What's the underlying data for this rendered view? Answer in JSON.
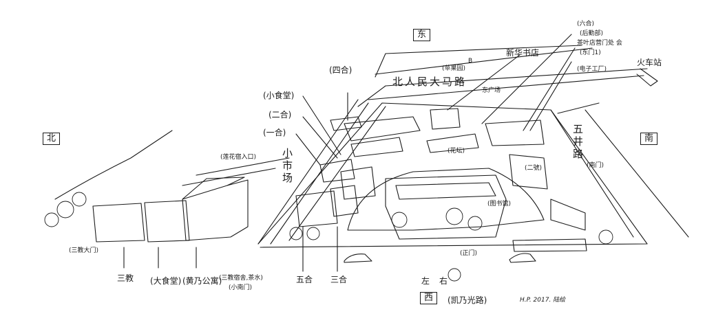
{
  "compass": {
    "east": "东",
    "west": "西",
    "south": "南",
    "north": "北"
  },
  "roads": {
    "north_renmin": "北人民大马路",
    "south_road": "五井路",
    "south_road_note": "(南门)",
    "west_road": "(凯乃光路)",
    "field_road": "小市场"
  },
  "places": {
    "railway_station": "火车站",
    "new_bookstore": "新华书店",
    "six_house": "(六合)",
    "old_supply": "(后勤部)",
    "tea_shop": "茶叶店营门处 会",
    "tea_shop_2": "(东门1)",
    "east_factory": "(电子工厂)",
    "apple_road": "(苹果园)",
    "four_house": "(四合)",
    "small_canteen": "(小食堂)",
    "two_house": "(二合)",
    "one_house": "(一合)",
    "station_entry": "(莲花宿入口)",
    "three_gate": "(三教大门)",
    "three_teach": "三教",
    "big_canteen": "(大食堂)",
    "apartment": "(黄乃公寓)",
    "dorm_notes": "(三教宿舍,茶水)",
    "small_south_gate": "(小南门)",
    "five_house": "五合",
    "three_house": "三合",
    "library": "(图书馆)",
    "main_gate": "(正门)",
    "grass_label": "(花坛)",
    "b_label": "B",
    "second_bldg": "(二號)",
    "east_factory_lbl": "东广场"
  },
  "legend": {
    "left": "左",
    "right": "右",
    "signature": "H.P. 2017. 陆绘"
  }
}
